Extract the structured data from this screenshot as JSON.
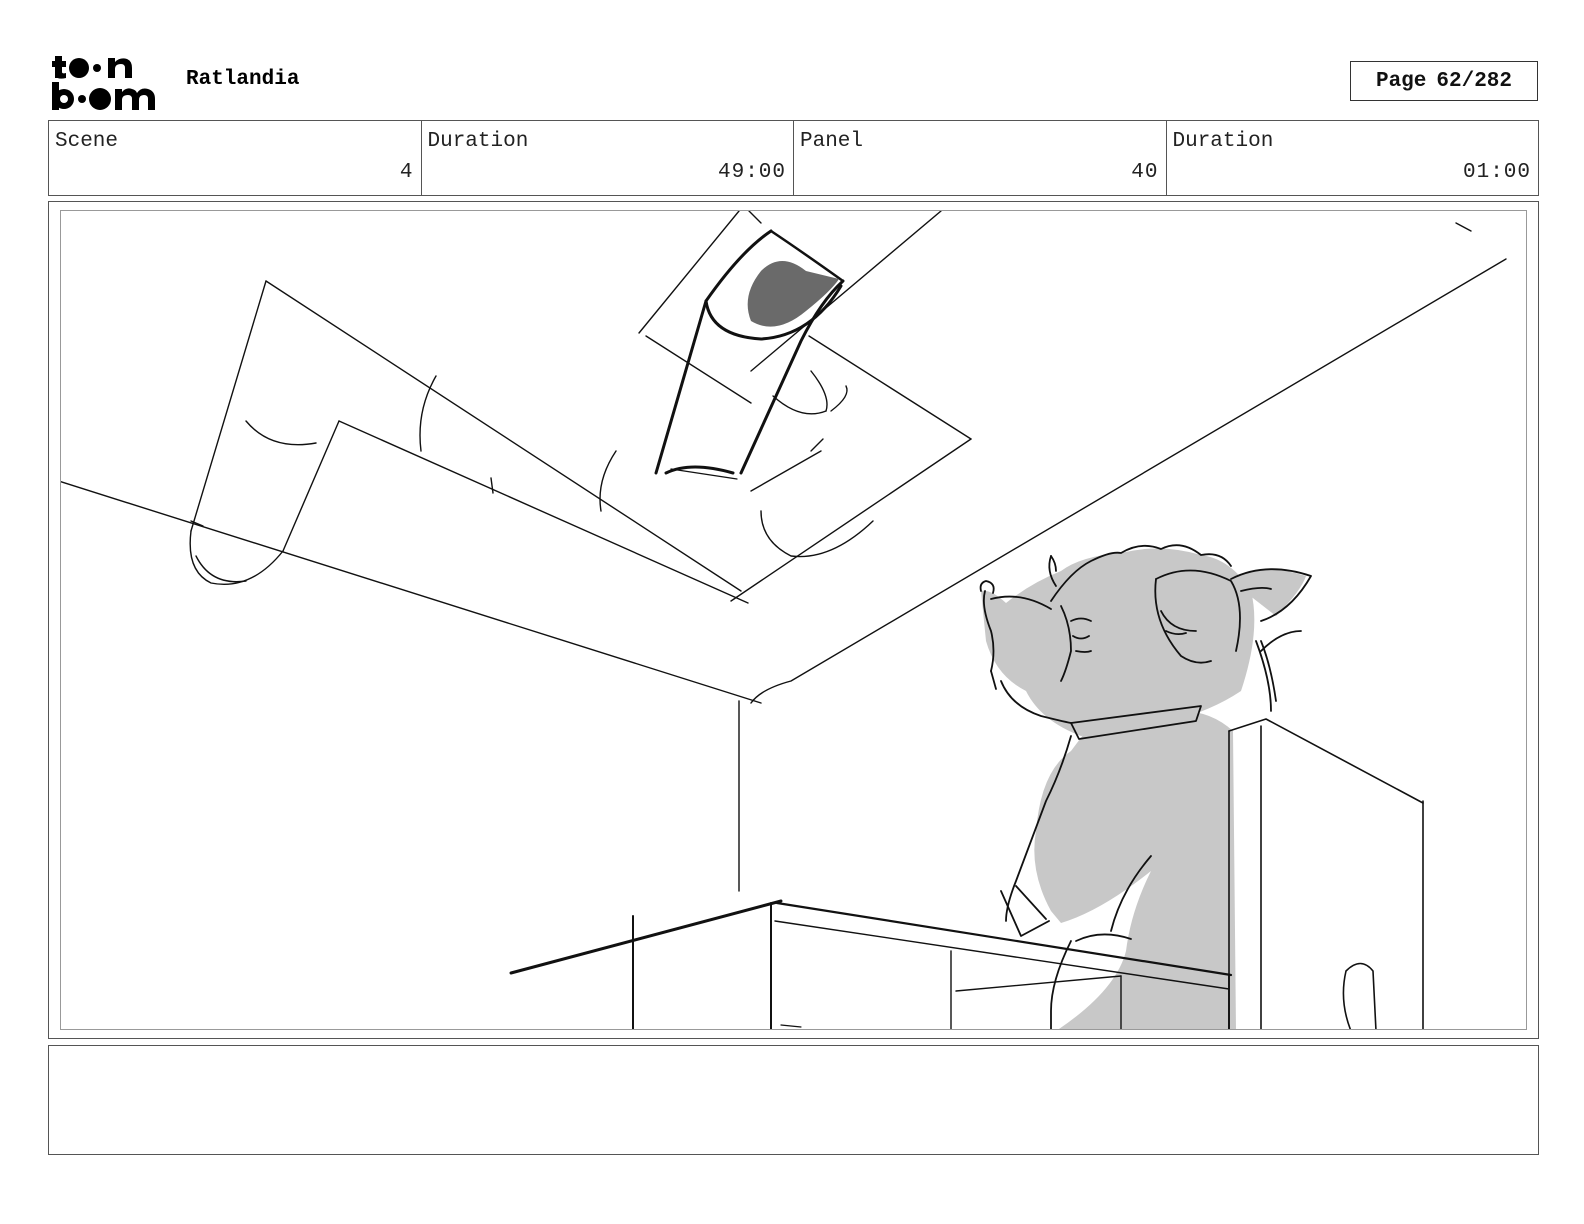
{
  "header": {
    "logo": {
      "line1": "t••n",
      "line2": "b••m"
    },
    "project_title": "Ratlandia",
    "page": {
      "label": "Page",
      "value": "62/282"
    }
  },
  "info": {
    "scene": {
      "label": "Scene",
      "value": "4"
    },
    "scene_duration": {
      "label": "Duration",
      "value": "49:00"
    },
    "panel": {
      "label": "Panel",
      "value": "40"
    },
    "panel_duration": {
      "label": "Duration",
      "value": "01:00"
    }
  },
  "panel": {
    "colors": {
      "line": "#111111",
      "fill_light": "#c8c8c8",
      "fill_dark": "#6a6a6a"
    }
  },
  "notes": {
    "text": ""
  }
}
